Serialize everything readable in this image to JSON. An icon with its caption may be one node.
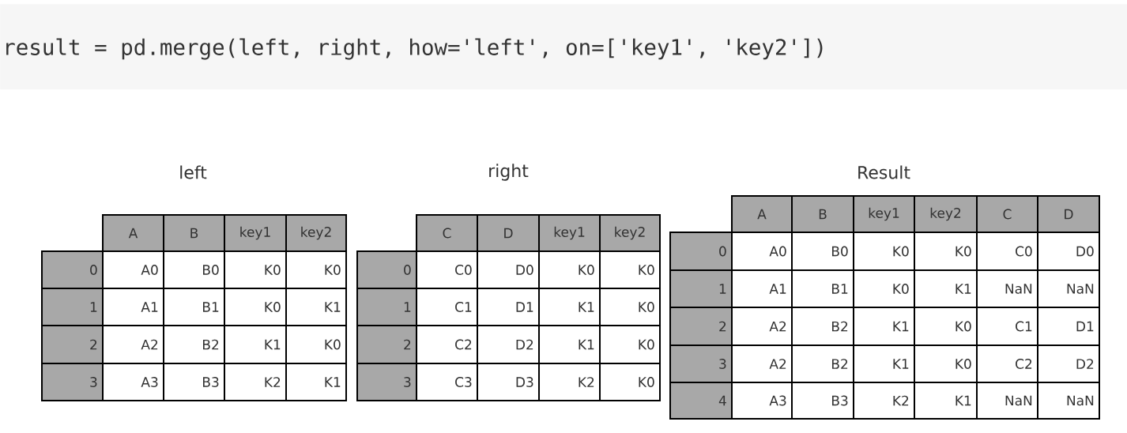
{
  "diagram": {
    "labels": [
      "result = pd.merge(left, right, how='left', on=['key1', 'key2'])",
      "left",
      "A",
      "B",
      "key1",
      "key2",
      "0",
      "A0",
      "B0",
      "K0",
      "K0",
      "1",
      "A1",
      "B1",
      "K0",
      "K1",
      "2",
      "A2",
      "B2",
      "K1",
      "K0",
      "3",
      "A3",
      "B3",
      "K2",
      "K1",
      "right",
      "C",
      "D",
      "key1",
      "key2",
      "0",
      "C0",
      "D0",
      "K0",
      "K0",
      "1",
      "C1",
      "D1",
      "K1",
      "K0",
      "2",
      "C2",
      "D2",
      "K1",
      "K0",
      "3",
      "C3",
      "D3",
      "K2",
      "K0",
      "Result",
      "A",
      "B",
      "key1",
      "key2",
      "C",
      "D",
      "0",
      "A0",
      "B0",
      "K0",
      "K0",
      "C0",
      "D0",
      "1",
      "A1",
      "B1",
      "K0",
      "K1",
      "NaN",
      "NaN",
      "2",
      "A2",
      "B2",
      "K1",
      "K0",
      "C1",
      "D1",
      "3",
      "A2",
      "B2",
      "K1",
      "K0",
      "C2",
      "D2",
      "4",
      "A3",
      "B3",
      "K2",
      "K1",
      "NaN",
      "NaN"
    ]
  }
}
